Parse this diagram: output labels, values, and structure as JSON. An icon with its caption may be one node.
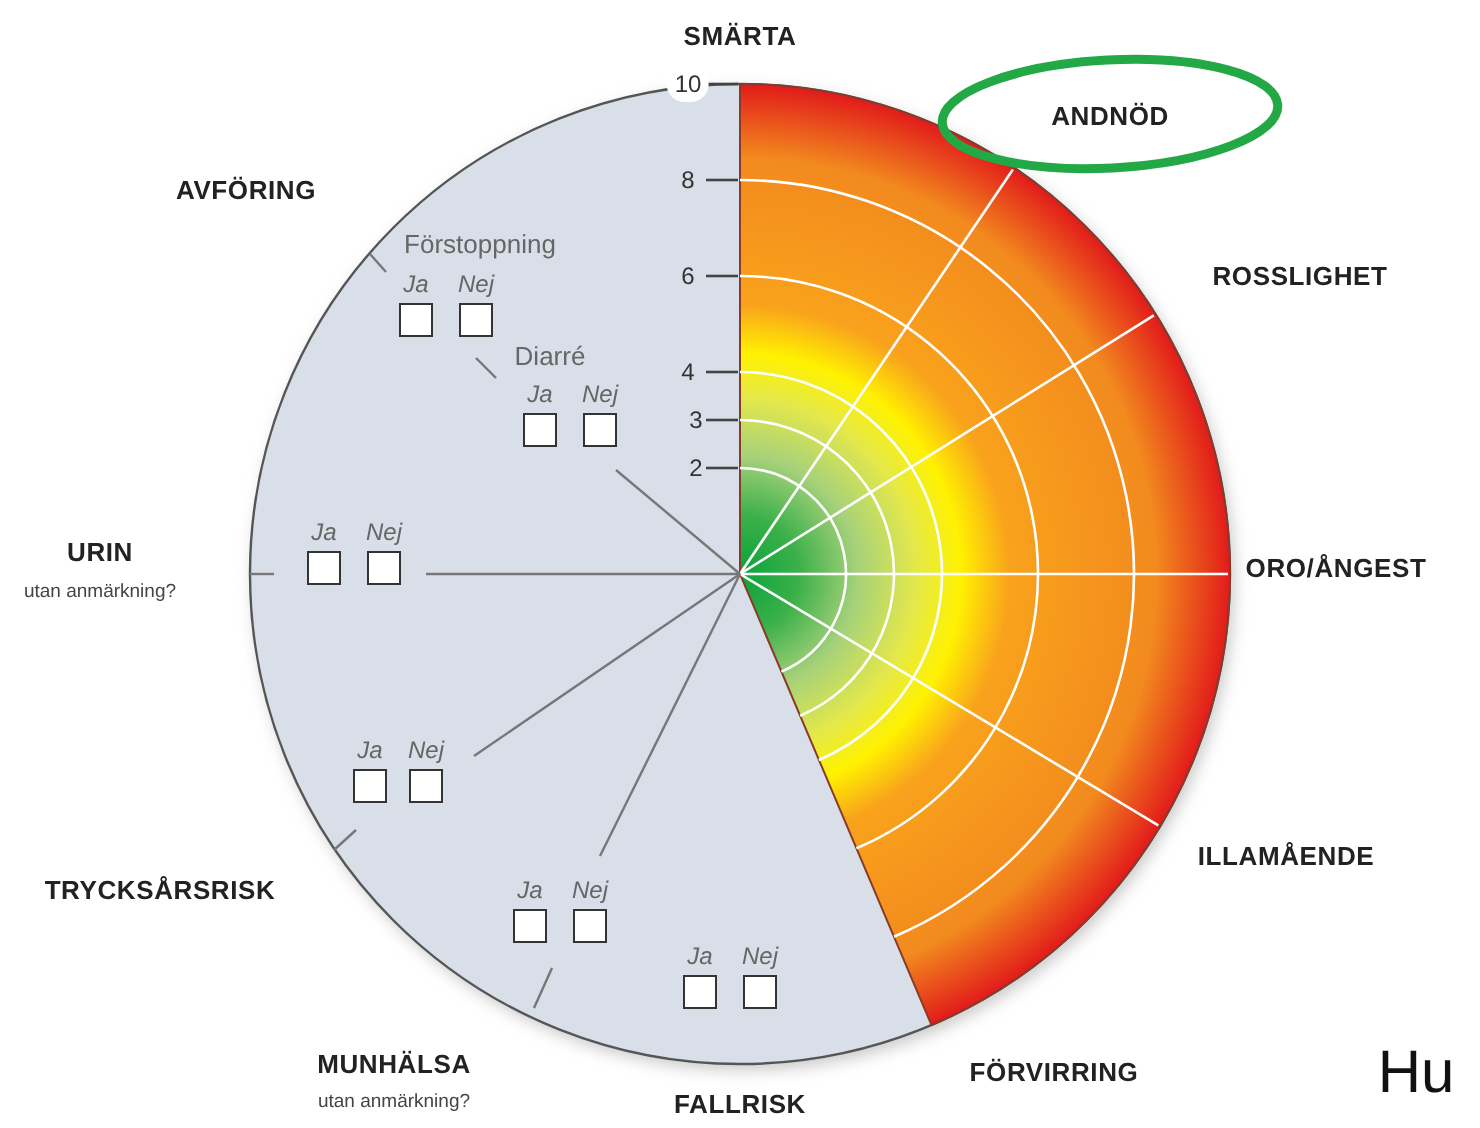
{
  "diagram": {
    "labels": [
      "SMÄRTA",
      "10",
      "ANDNÖD",
      "8",
      "AVFÖRING",
      "Förstoppning",
      "Ja",
      "Nej",
      "6",
      "ROSSLIGHET",
      "Diarré",
      "4",
      "Ja",
      "Nej",
      "3",
      "2",
      "Ja",
      "Nej",
      "URIN",
      "ORO/ÅNGEST",
      "utan anmärkning?",
      "Ja",
      "Nej",
      "ILLAMÅENDE",
      "TRYCKSÅRSRISK",
      "Ja",
      "Nej",
      "Ja",
      "Nej",
      "MUNHÄLSA",
      "FÖRVIRRING",
      "Hu",
      "utan anmärkning?",
      "FALLRISK"
    ]
  }
}
